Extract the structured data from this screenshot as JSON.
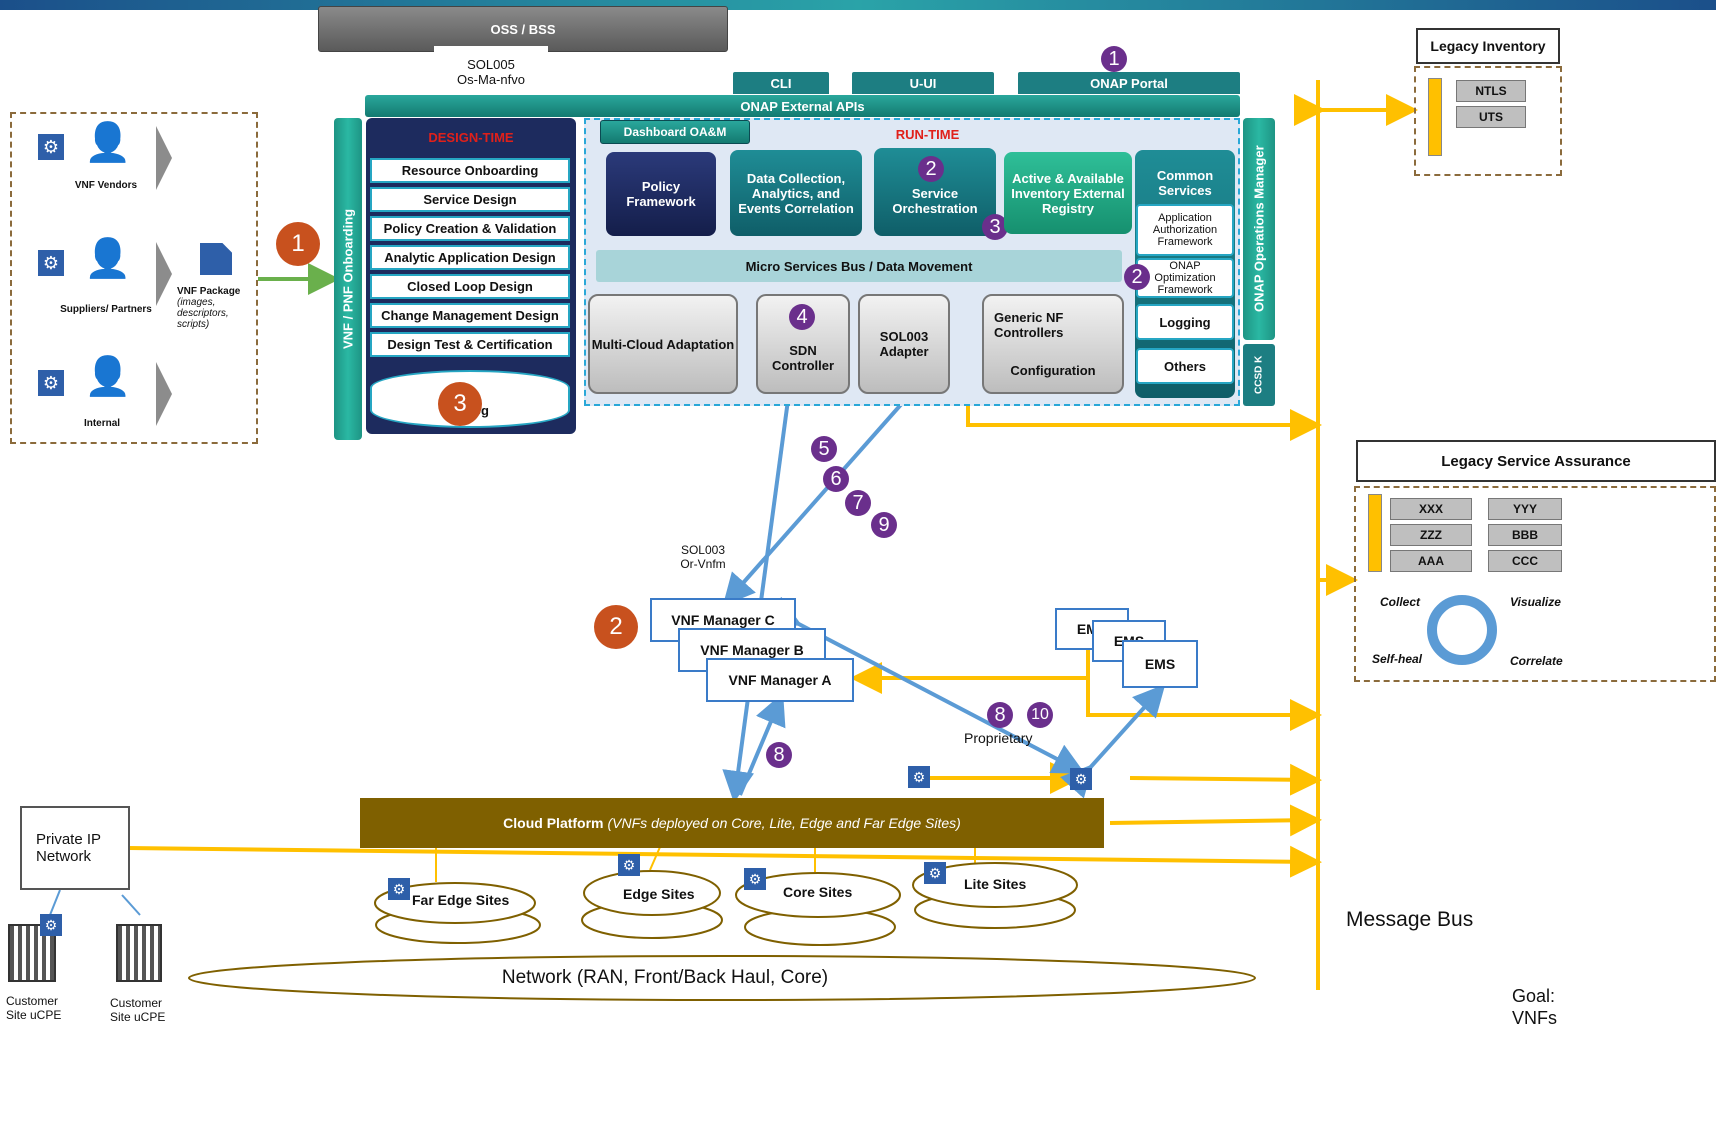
{
  "oss_bss": "OSS / BSS",
  "sol005": "SOL005",
  "os_ma_nfvo": "Os-Ma-nfvo",
  "tabs": {
    "cli": "CLI",
    "uui": "U-UI",
    "portal": "ONAP Portal"
  },
  "external_apis": "ONAP External APIs",
  "onboarding_bar": "VNF / PNF Onboarding",
  "ops_manager_bar": "ONAP Operations Manager",
  "ccsdk": "CCSD K",
  "design_time": {
    "title": "DESIGN-TIME",
    "items": [
      "Resource Onboarding",
      "Service  Design",
      "Policy Creation & Validation",
      "Analytic Application Design",
      "Closed Loop Design",
      "Change Management Design",
      "Design Test & Certification"
    ],
    "catalog": "og"
  },
  "run_time": {
    "title": "RUN-TIME",
    "dashboard": "Dashboard OA&M",
    "policy": "Policy Framework",
    "dcae": "Data Collection, Analytics, and Events Correlation",
    "so": "Service Orchestration",
    "aai": "Active & Available Inventory External Registry",
    "common": "Common Services",
    "aaf": "Application Authorization Framework",
    "oof": "ONAP Optimization Framework",
    "logging": "Logging",
    "others": "Others",
    "msb": "Micro Services Bus / Data Movement",
    "multicloud": "Multi-Cloud Adaptation",
    "sdnc": "SDN Controller",
    "sol003": "SOL003 Adapter",
    "generic_nf": "Generic NF Controllers",
    "configuration": "Configuration"
  },
  "sources": {
    "vendors": "VNF Vendors",
    "suppliers": "Suppliers/ Partners",
    "internal": "Internal",
    "package_title": "VNF Package",
    "package_desc": "(images, descriptors, scripts)"
  },
  "legacy_inventory": {
    "title": "Legacy Inventory",
    "items": [
      "NTLS",
      "UTS"
    ]
  },
  "legacy_assurance": {
    "title": "Legacy Service Assurance",
    "left": [
      "XXX",
      "ZZZ",
      "AAA"
    ],
    "right": [
      "YYY",
      "BBB",
      "CCC"
    ],
    "collect": "Collect",
    "visualize": "Visualize",
    "self_heal": "Self-heal",
    "correlate": "Correlate"
  },
  "sol003_label": "SOL003",
  "or_vnfm": "Or-Vnfm",
  "vnfm": {
    "c": "VNF Manager C",
    "b": "VNF Manager B",
    "a": "VNF Manager A"
  },
  "ems": {
    "e1": "EMS",
    "e2": "EMS",
    "e3": "EMS"
  },
  "proprietary": "Proprietary",
  "cloud_platform": {
    "main": "Cloud Platform ",
    "italic": "(VNFs deployed on Core, Lite, Edge and Far Edge Sites)"
  },
  "private_ip": "Private IP Network",
  "sites": {
    "far_edge": "Far Edge Sites",
    "edge": "Edge Sites",
    "core": "Core  Sites",
    "lite": "Lite Sites"
  },
  "network": "Network (RAN, Front/Back Haul, Core)",
  "customer1": "Customer Site uCPE",
  "customer2": "Customer Site uCPE",
  "message_bus": "Message Bus",
  "goal": "Goal: VNFs",
  "numbers": {
    "n1": "1",
    "n2": "2",
    "n3": "3",
    "n4": "4",
    "n5": "5",
    "n6": "6",
    "n7": "7",
    "n8": "8",
    "n9": "9",
    "n10": "10"
  },
  "colors": {
    "teal": "#1d7e82",
    "navy": "#1d2b5e",
    "yellow": "#ffc000",
    "blue_line": "#5b9bd5",
    "brown": "#7f6000",
    "purple": "#6a2f8c",
    "orange": "#c8511e",
    "green_arrow": "#6ab04c"
  }
}
